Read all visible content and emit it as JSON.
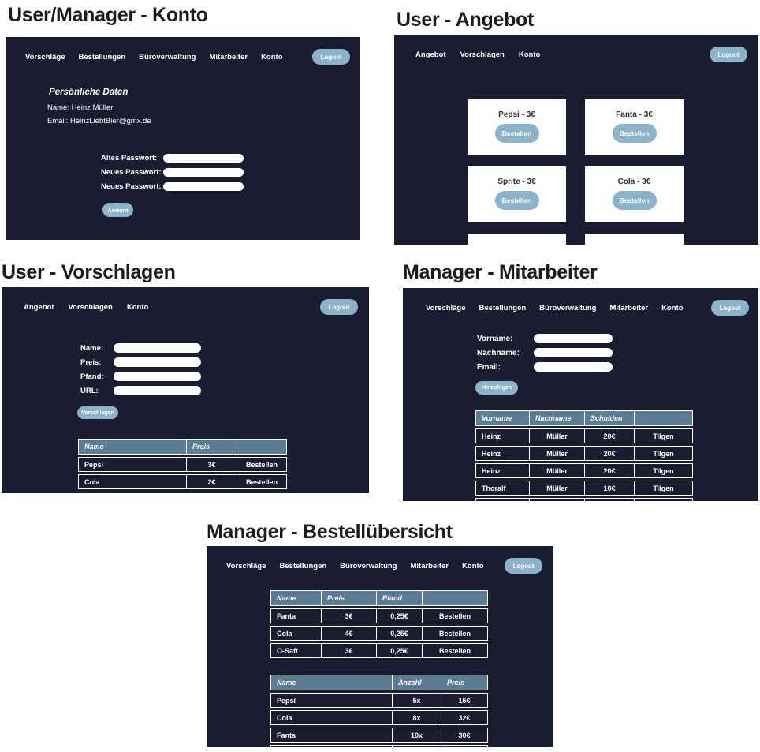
{
  "colors": {
    "panel_bg": "#191d2f",
    "accent": "#8bb4ca",
    "thead_bg": "#5a7d95",
    "title_ink": "#1c1c1c",
    "card_bg": "#ffffff"
  },
  "common": {
    "logout_label": "Logout"
  },
  "screens": {
    "konto": {
      "title": "User/Manager - Konto",
      "nav": [
        "Vorschläge",
        "Bestellungen",
        "Büroverwaltung",
        "Mitarbeiter",
        "Konto"
      ],
      "section_title": "Persönliche Daten",
      "name_line": "Name: Heinz Müller",
      "email_line": "Email: HeinzLiebtBier@gmx.de",
      "password_labels": [
        "Altes Passwort:",
        "Neues Passwort:",
        "Neues Passwort:"
      ],
      "submit_label": "Ändern"
    },
    "angebot": {
      "title": "User - Angebot",
      "nav": [
        "Angebot",
        "Vorschlagen",
        "Konto"
      ],
      "order_label": "Bestellen",
      "products": [
        {
          "label": "Pepsi - 3€"
        },
        {
          "label": "Fanta - 3€"
        },
        {
          "label": "Sprite - 3€"
        },
        {
          "label": "Cola - 3€"
        }
      ]
    },
    "vorschlagen": {
      "title": "User - Vorschlagen",
      "nav": [
        "Angebot",
        "Vorschlagen",
        "Konto"
      ],
      "form_labels": [
        "Name:",
        "Preis:",
        "Pfand:",
        "URL:"
      ],
      "submit_label": "Vorschlagen",
      "table": {
        "headers": [
          "Name",
          "Preis",
          ""
        ],
        "rows": [
          [
            "Pepsi",
            "3€",
            "Bestellen"
          ],
          [
            "Cola",
            "2€",
            "Bestellen"
          ]
        ]
      }
    },
    "mitarbeiter": {
      "title": "Manager - Mitarbeiter",
      "nav": [
        "Vorschläge",
        "Bestellungen",
        "Büroverwaltung",
        "Mitarbeiter",
        "Konto"
      ],
      "form_labels": [
        "Vorname:",
        "Nachname:",
        "Email:"
      ],
      "submit_label": "Hinzufügen",
      "table": {
        "headers": [
          "Vorname",
          "Nachname",
          "Schulden",
          ""
        ],
        "rows": [
          [
            "Heinz",
            "Müller",
            "20€",
            "Tilgen"
          ],
          [
            "Heinz",
            "Müller",
            "20€",
            "Tilgen"
          ],
          [
            "Heinz",
            "Müller",
            "20€",
            "Tilgen"
          ],
          [
            "Thoralf",
            "Müller",
            "10€",
            "Tilgen"
          ]
        ]
      }
    },
    "bestellung": {
      "title": "Manager - Bestellübersicht",
      "nav": [
        "Vorschläge",
        "Bestellungen",
        "Büroverwaltung",
        "Mitarbeiter",
        "Konto"
      ],
      "offers_table": {
        "headers": [
          "Name",
          "Preis",
          "Pfand",
          ""
        ],
        "rows": [
          [
            "Fanta",
            "3€",
            "0,25€",
            "Bestellen"
          ],
          [
            "Cola",
            "4€",
            "0,25€",
            "Bestellen"
          ],
          [
            "O-Saft",
            "3€",
            "0,25€",
            "Bestellen"
          ]
        ]
      },
      "orders_table": {
        "headers": [
          "Name",
          "Anzahl",
          "Preis"
        ],
        "rows": [
          [
            "Pepsi",
            "5x",
            "15€"
          ],
          [
            "Cola",
            "8x",
            "32€"
          ],
          [
            "Fanta",
            "10x",
            "30€"
          ]
        ]
      }
    }
  }
}
